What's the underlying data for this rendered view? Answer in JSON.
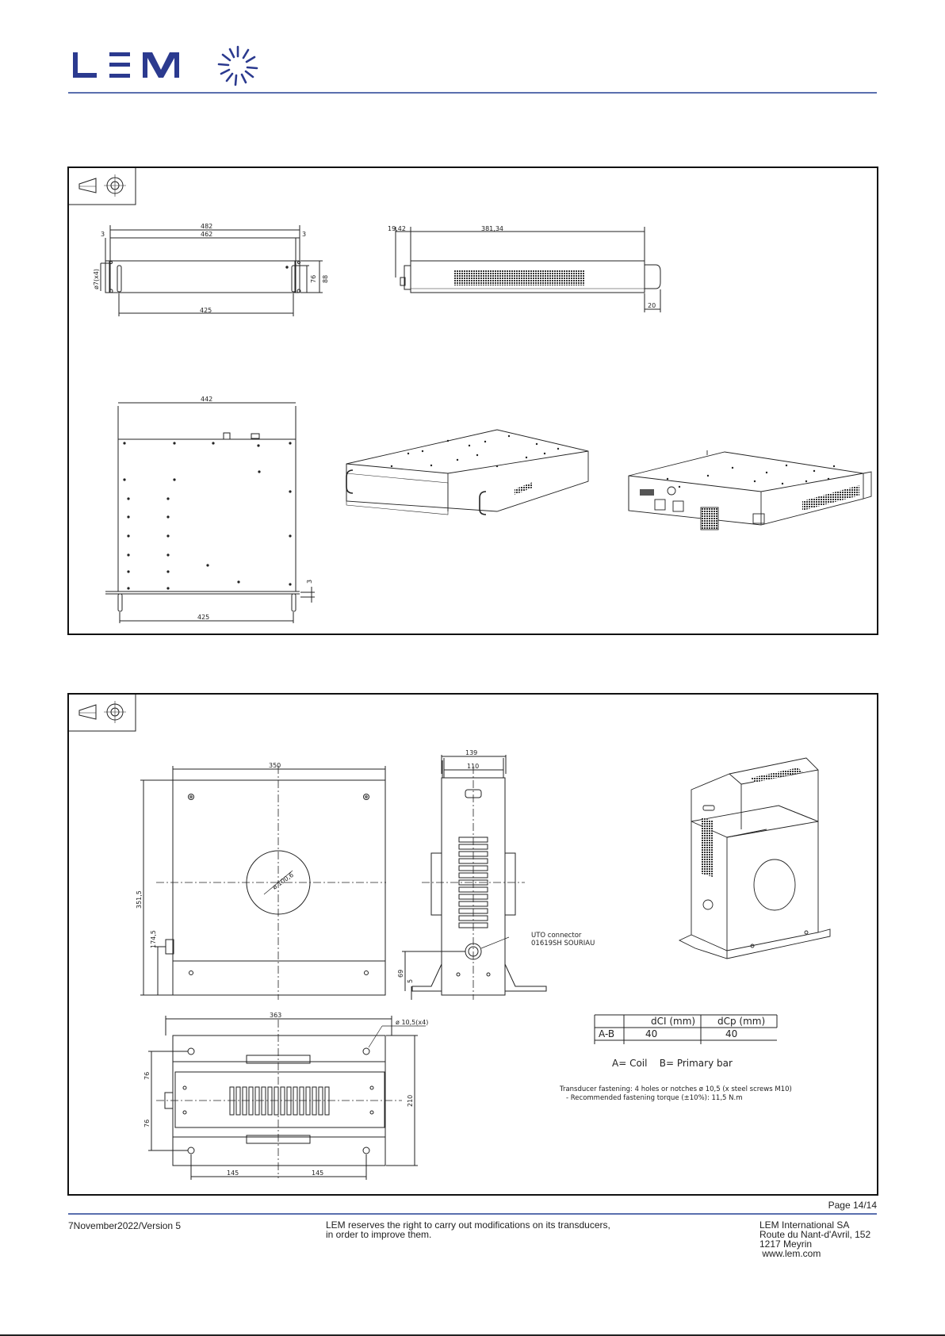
{
  "brand": {
    "logo_text": "LEM",
    "color": "#2b3a8f"
  },
  "panel1": {
    "front_view": {
      "width_outer": "482",
      "width_inner": "462",
      "ear_left": "3",
      "ear_right": "3",
      "height_inner": "76",
      "height_outer": "88",
      "hole_spacing": "425",
      "hole_diameter": "ø7(x4)"
    },
    "side_view": {
      "handle_depth": "19,42",
      "body_depth": "381,34",
      "handle_height": "20"
    },
    "top_view": {
      "width": "442",
      "hole_spacing": "425",
      "ear": "3"
    }
  },
  "panel2": {
    "front_view": {
      "width": "350",
      "height": "351,5",
      "connector_height": "174,5",
      "aperture": "ø 100,6"
    },
    "side_view": {
      "width_outer": "139",
      "width_inner": "110",
      "base_height": "69",
      "base_thickness": "5",
      "connector_label_line1": "UTO connector",
      "connector_label_line2": "01619SH SOURIAU"
    },
    "bottom_view": {
      "width": "363",
      "hole_callout": "ø 10,5(x4)",
      "depth": "210",
      "half_depth_top": "76",
      "half_depth_bottom": "76",
      "half_width_left": "145",
      "half_width_right": "145"
    },
    "table": {
      "headers": [
        "",
        "dCI (mm)",
        "dCp (mm)"
      ],
      "row_label": "A-B",
      "row_values": [
        "40",
        "40"
      ]
    },
    "legend": "A= Coil    B= Primary bar",
    "fastening_line1": "Transducer fastening: 4 holes or notches ø 10,5 (x steel screws M10)",
    "fastening_line2": "- Recommended fastening torque (±10%): 11,5 N.m"
  },
  "footer": {
    "page": "Page 14/14",
    "version": "7November2022/Version 5",
    "disclaimer_line1": "LEM reserves the right to carry out modifications on its transducers,",
    "disclaimer_line2": "in order to improve them.",
    "company": "LEM International SA",
    "street": "Route du Nant-d'Avril, 152",
    "city": "1217 Meyrin",
    "web": " www.lem.com"
  }
}
